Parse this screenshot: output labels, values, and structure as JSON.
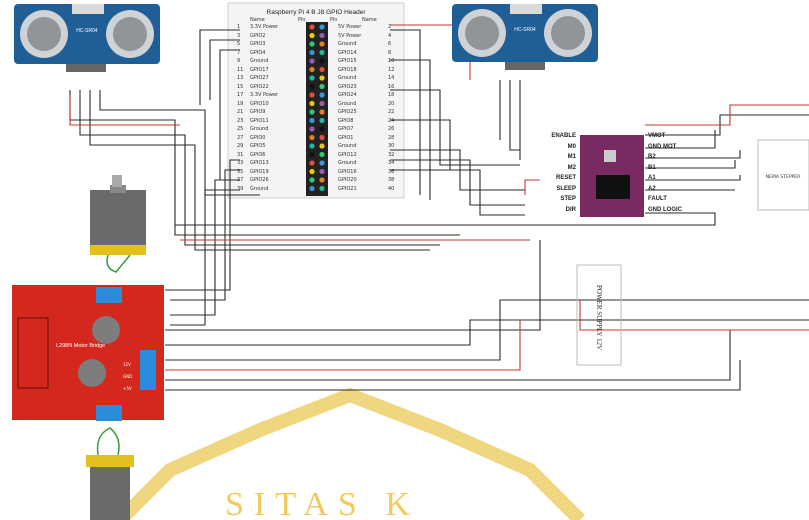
{
  "gpio_header": {
    "title": "Raspberry Pi 4 B J8 GPIO Header",
    "col_headers": [
      "Name",
      "Pin",
      "Pin",
      "Name"
    ],
    "pins_left": [
      "3.3V Power",
      "GPIO2",
      "GPIO3",
      "GPIO4",
      "Ground",
      "GPIO17",
      "GPIO27",
      "GPIO22",
      "3.3V Power",
      "GPIO10",
      "GPIO9",
      "GPIO11",
      "Ground",
      "GPIO0",
      "GPIO5",
      "GPIO6",
      "GPIO13",
      "GPIO19",
      "GPIO26",
      "Ground"
    ],
    "pins_right": [
      "5V Power",
      "5V Power",
      "Ground",
      "GPIO14",
      "GPIO15",
      "GPIO18",
      "Ground",
      "GPIO23",
      "GPIO24",
      "Ground",
      "GPIO25",
      "GPIO8",
      "GPIO7",
      "GPIO1",
      "Ground",
      "GPIO12",
      "Ground",
      "GPIO16",
      "GPIO20",
      "GPIO21"
    ]
  },
  "ultrasonic_left": {
    "label": "HC-SR04"
  },
  "ultrasonic_right": {
    "label": "HC-SR04"
  },
  "stepper_driver": {
    "left_pins": [
      "ENABLE",
      "M0",
      "M1",
      "M2",
      "RESET",
      "SLEEP",
      "STEP",
      "DIR"
    ],
    "right_pins": [
      "VMOT",
      "GND MOT",
      "B2",
      "B1",
      "A1",
      "A2",
      "FAULT",
      "GND LOGIC"
    ]
  },
  "stepper_motor": {
    "label": "NEMA STEPPER"
  },
  "power_supply": {
    "label": "POWER SUPPLY 12V"
  },
  "l298n": {
    "label": "L298N Motor Bridge",
    "pins": [
      "12V",
      "GND",
      "+5V"
    ]
  },
  "watermark": {
    "text": "SITAS  K"
  },
  "colors": {
    "board_red": "#d4281e",
    "wire": "#2b2b2b",
    "wire_red": "#c0392b",
    "driver_purple": "#7a2a63",
    "sensor_blue": "#1f5f95",
    "watermark": "#e8b838"
  }
}
